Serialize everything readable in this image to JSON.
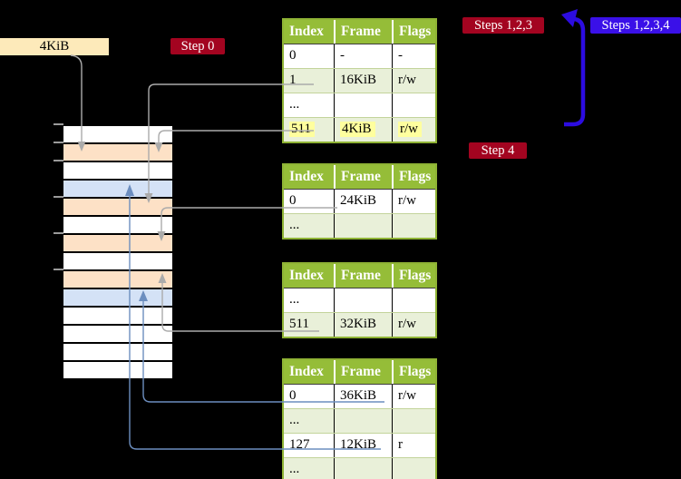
{
  "diagram": {
    "frame_box_label": "4KiB",
    "badges": {
      "step0": "Step 0",
      "steps123": "Steps 1,2,3",
      "steps1234": "Steps 1,2,3,4",
      "step4": "Step 4"
    },
    "colors": {
      "badge_red": "#a30420",
      "badge_blue": "#3a10e8",
      "thick_arrow_blue": "#2c0ce0",
      "connector_gray": "#ababab",
      "connector_blue": "#6c8ebf",
      "table_header_green": "#95bd38",
      "table_border_green": "#8fb335",
      "table_row_green": "#e9f0d9",
      "highlight_yellow": "#ffff9e",
      "memory_peach": "#fde1c6",
      "memory_blue": "#d4e2f6",
      "frame_box_bg": "#fdeaba"
    },
    "memory": {
      "rows": [
        "white",
        "peach",
        "white",
        "blue",
        "peach",
        "white",
        "peach",
        "white",
        "peach",
        "blue",
        "white",
        "white",
        "white",
        "white"
      ]
    },
    "tables": [
      {
        "headers": [
          "Index",
          "Frame",
          "Flags"
        ],
        "rows": [
          {
            "cells": [
              "0",
              "-",
              "-"
            ],
            "shaded": false,
            "highlight": false
          },
          {
            "cells": [
              "1",
              "16KiB",
              "r/w"
            ],
            "shaded": true,
            "highlight": false
          },
          {
            "cells": [
              "...",
              "",
              ""
            ],
            "shaded": false,
            "highlight": false
          },
          {
            "cells": [
              "511",
              "4KiB",
              "r/w"
            ],
            "shaded": true,
            "highlight": true
          }
        ]
      },
      {
        "headers": [
          "Index",
          "Frame",
          "Flags"
        ],
        "rows": [
          {
            "cells": [
              "0",
              "24KiB",
              "r/w"
            ],
            "shaded": false,
            "highlight": false
          },
          {
            "cells": [
              "...",
              "",
              ""
            ],
            "shaded": true,
            "highlight": false
          }
        ]
      },
      {
        "headers": [
          "Index",
          "Frame",
          "Flags"
        ],
        "rows": [
          {
            "cells": [
              "...",
              "",
              ""
            ],
            "shaded": false,
            "highlight": false
          },
          {
            "cells": [
              "511",
              "32KiB",
              "r/w"
            ],
            "shaded": true,
            "highlight": false
          }
        ]
      },
      {
        "headers": [
          "Index",
          "Frame",
          "Flags"
        ],
        "rows": [
          {
            "cells": [
              "0",
              "36KiB",
              "r/w"
            ],
            "shaded": false,
            "highlight": false
          },
          {
            "cells": [
              "...",
              "",
              ""
            ],
            "shaded": true,
            "highlight": false
          },
          {
            "cells": [
              "127",
              "12KiB",
              "r"
            ],
            "shaded": false,
            "highlight": false
          },
          {
            "cells": [
              "...",
              "",
              ""
            ],
            "shaded": true,
            "highlight": false
          }
        ]
      }
    ]
  }
}
